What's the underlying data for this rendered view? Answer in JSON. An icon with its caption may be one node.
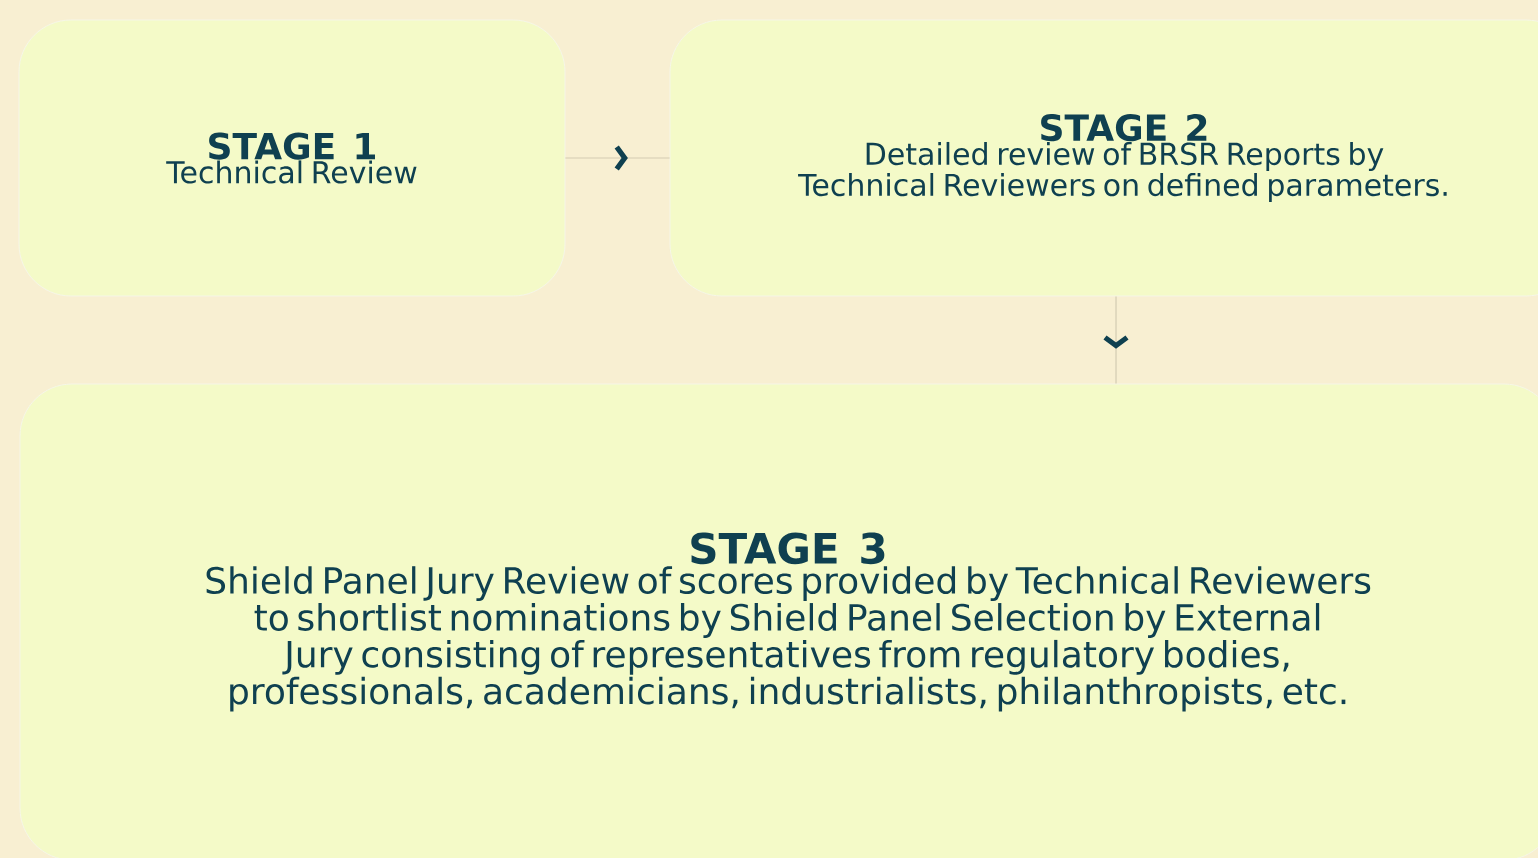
{
  "diagram": {
    "nodes": [
      {
        "text": [
          "STAGE 1",
          "Technical Review"
        ]
      },
      {
        "text": [
          "STAGE 2",
          "Detailed review of BRSR Reports by Technical Reviewers on defined parameters."
        ]
      },
      {
        "text": [
          "STAGE 3",
          "Shield Panel Jury Review of scores provided by Technical Reviewers to shortlist nominations by Shield Panel Selection by External Jury consisting of representatives from regulatory bodies, professionals, academicians, industrialists, philanthropists, etc."
        ]
      }
    ],
    "edges": [
      {
        "from": 0,
        "to": 1,
        "arrow": "to"
      },
      {
        "from": 1,
        "to": 2,
        "arrow": "to"
      }
    ]
  }
}
